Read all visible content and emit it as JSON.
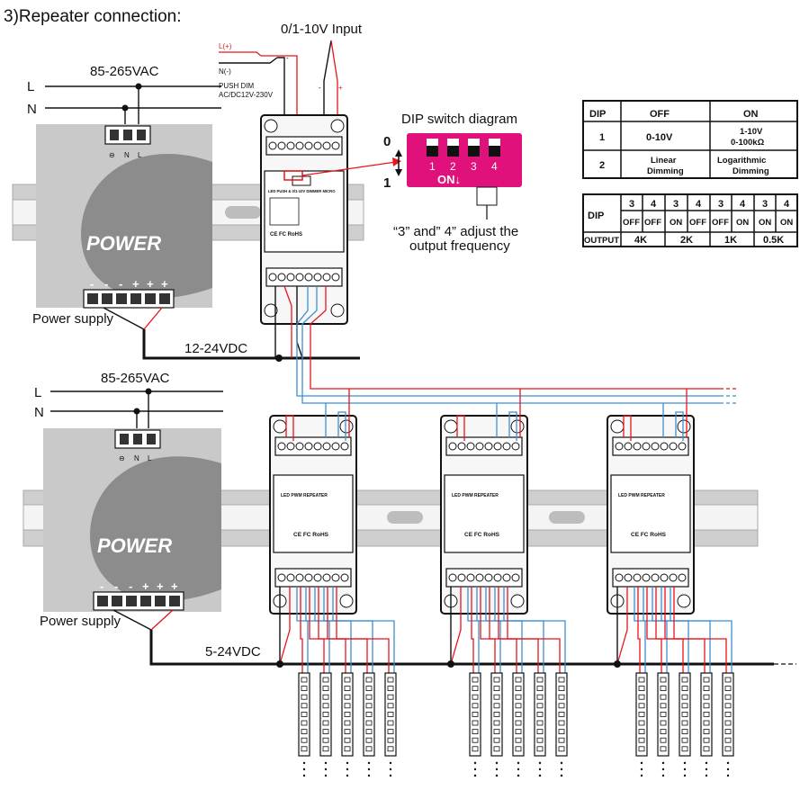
{
  "heading": "3)Repeater connection:",
  "input_label": "0/1-10V Input",
  "push_wiring": {
    "l_plus": "L(+)",
    "n_minus": "N(-)",
    "push_dim": "PUSH DIM",
    "voltage": "AC/DC12V-230V"
  },
  "terminal_signs": {
    "plus": "+",
    "minus": "-"
  },
  "top_psu": {
    "ac_label": "85-265VAC",
    "line_l": "L",
    "line_n": "N",
    "brand": "POWER",
    "caption": "Power supply",
    "ac_terms": [
      "⊖",
      "N",
      "L"
    ],
    "out_terms": [
      "-",
      "-",
      "-",
      "+",
      "+",
      "+"
    ]
  },
  "bottom_psu": {
    "ac_label": "85-265VAC",
    "line_l": "L",
    "line_n": "N",
    "brand": "POWER",
    "caption": "Power supply",
    "ac_terms": [
      "⊖",
      "N",
      "L"
    ],
    "out_terms": [
      "-",
      "-",
      "-",
      "+",
      "+",
      "+"
    ]
  },
  "bus_labels": {
    "upper": "12-24VDC",
    "lower": "5-24VDC"
  },
  "dimmer_module": {
    "title": "LED PUSH & 0/1-10V DIMMER MICRO",
    "ce": "CE FC RoHS"
  },
  "repeater_module": {
    "title": "LED PWM REPEATER",
    "ce": "CE FC RoHS",
    "count": 3
  },
  "dip_diagram": {
    "title": "DIP switch diagram",
    "left_top": "0",
    "left_bottom": "1",
    "numbers": [
      "1",
      "2",
      "3",
      "4"
    ],
    "on_label": "ON↓",
    "note_line1": "“3” and” 4”  adjust the",
    "note_line2": "output frequency",
    "accent_color": "#e0117a"
  },
  "dip_table": {
    "headers": [
      "DIP",
      "OFF",
      "ON"
    ],
    "rows": [
      {
        "dip": "1",
        "off": [
          "0-10V"
        ],
        "on": [
          "1-10V",
          "0-100kΩ"
        ]
      },
      {
        "dip": "2",
        "off": [
          "Linear",
          "Dimming"
        ],
        "on": [
          "Logarithmic",
          "Dimming"
        ]
      }
    ]
  },
  "freq_table": {
    "dip_label": "DIP",
    "switch_numbers": [
      "3",
      "4",
      "3",
      "4",
      "3",
      "4",
      "3",
      "4"
    ],
    "states": [
      "OFF",
      "OFF",
      "ON",
      "OFF",
      "OFF",
      "ON",
      "ON",
      "ON"
    ],
    "output_label": "OUTPUT",
    "outputs": [
      "4K",
      "2K",
      "1K",
      "0.5K"
    ]
  },
  "wire_colors": {
    "red": "#e8141e",
    "blue": "#3e8fcf",
    "black": "#111111"
  }
}
